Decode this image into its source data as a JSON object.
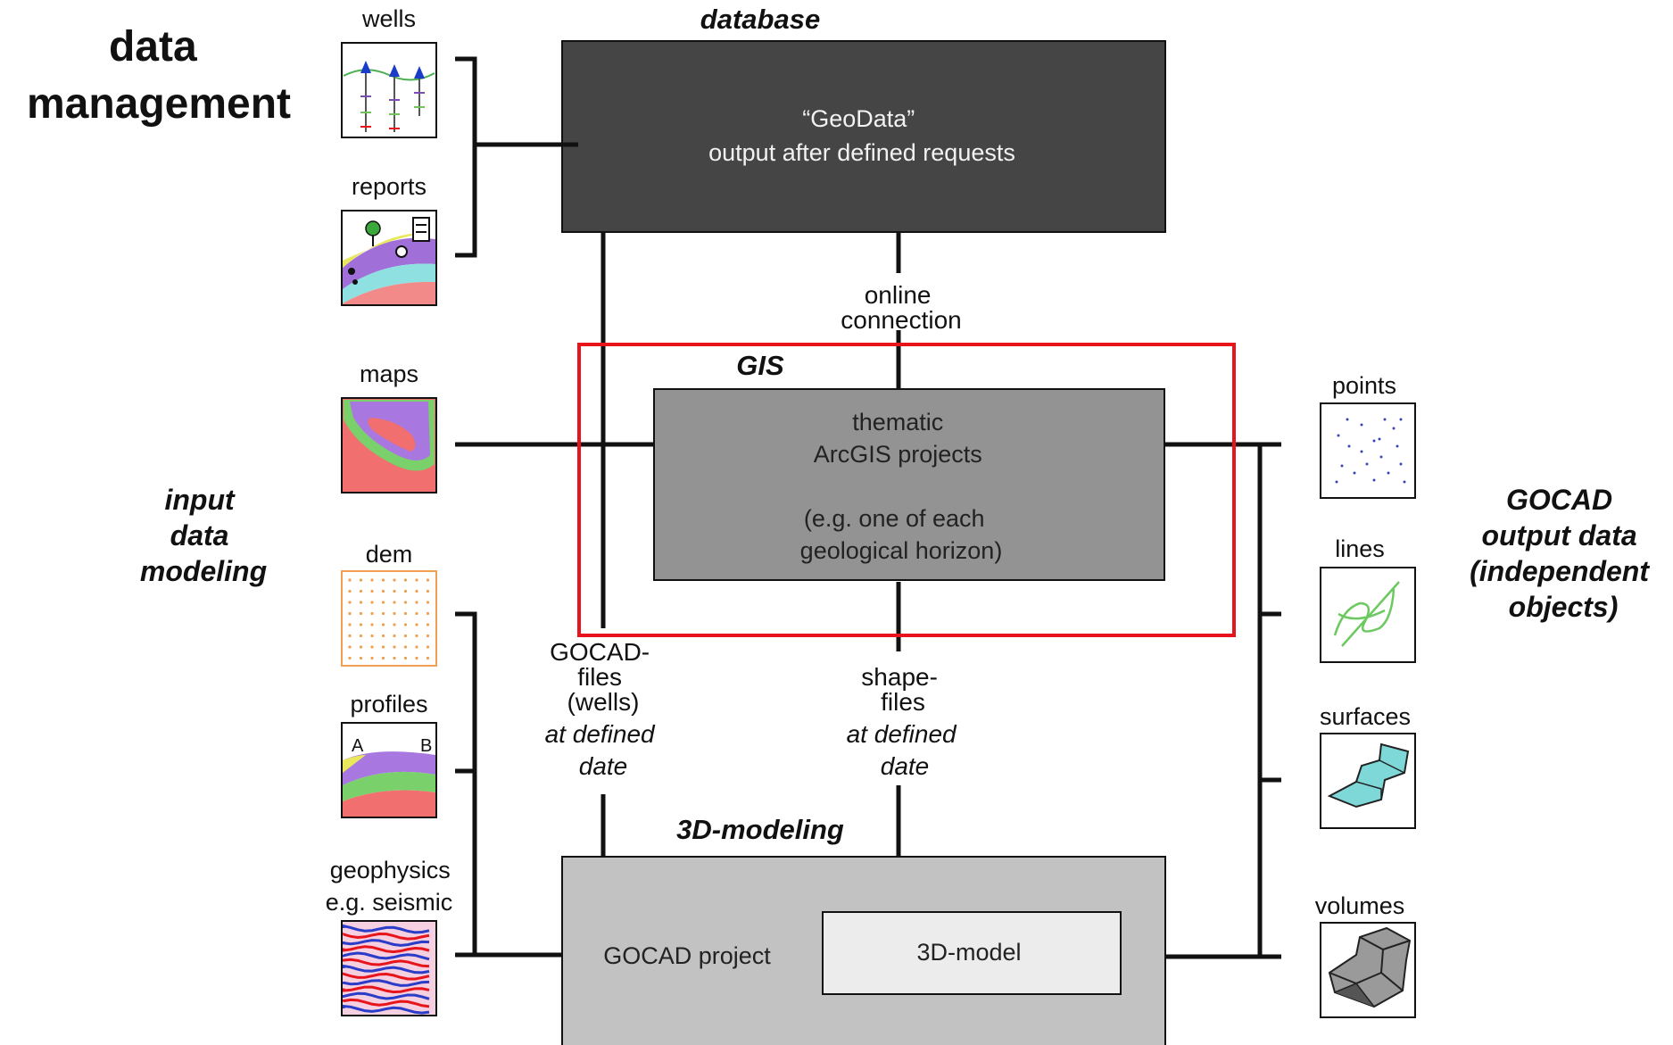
{
  "titles": {
    "data_management": [
      "data",
      "management"
    ],
    "input_data_modeling": [
      "input",
      "data",
      "modeling"
    ],
    "gocad_output": [
      "GOCAD",
      "output data",
      "(independent",
      "objects)"
    ]
  },
  "boxes": {
    "database": {
      "title": "database",
      "lines": [
        "“GeoData”",
        "output after defined requests"
      ]
    },
    "gis": {
      "title": "GIS",
      "lines": [
        "thematic",
        "ArcGIS projects",
        "",
        "(e.g. one of each",
        "geological horizon)"
      ]
    },
    "modeling": {
      "title": "3D-modeling",
      "project_label": "GOCAD project",
      "model_label": "3D-model"
    }
  },
  "input_icons": {
    "wells": "wells",
    "reports": "reports",
    "maps": "maps",
    "dem": "dem",
    "profiles": "profiles",
    "profile_a": "A",
    "profile_b": "B",
    "geophysics": [
      "geophysics",
      "e.g. seismic"
    ]
  },
  "output_icons": {
    "points": "points",
    "lines": "lines",
    "surfaces": "surfaces",
    "volumes": "volumes"
  },
  "flows": {
    "online": [
      "online",
      "connection"
    ],
    "gocad_files": [
      "GOCAD-",
      "files",
      "(wells)"
    ],
    "shape_files": [
      "shape-",
      "files"
    ],
    "at_defined_date": [
      "at defined",
      "date"
    ]
  },
  "colors": {
    "database_fill": "#454545",
    "gis_fill": "#939393",
    "modeling_fill": "#c2c2c2",
    "model_fill": "#ececec",
    "highlight": "#e8141c"
  }
}
